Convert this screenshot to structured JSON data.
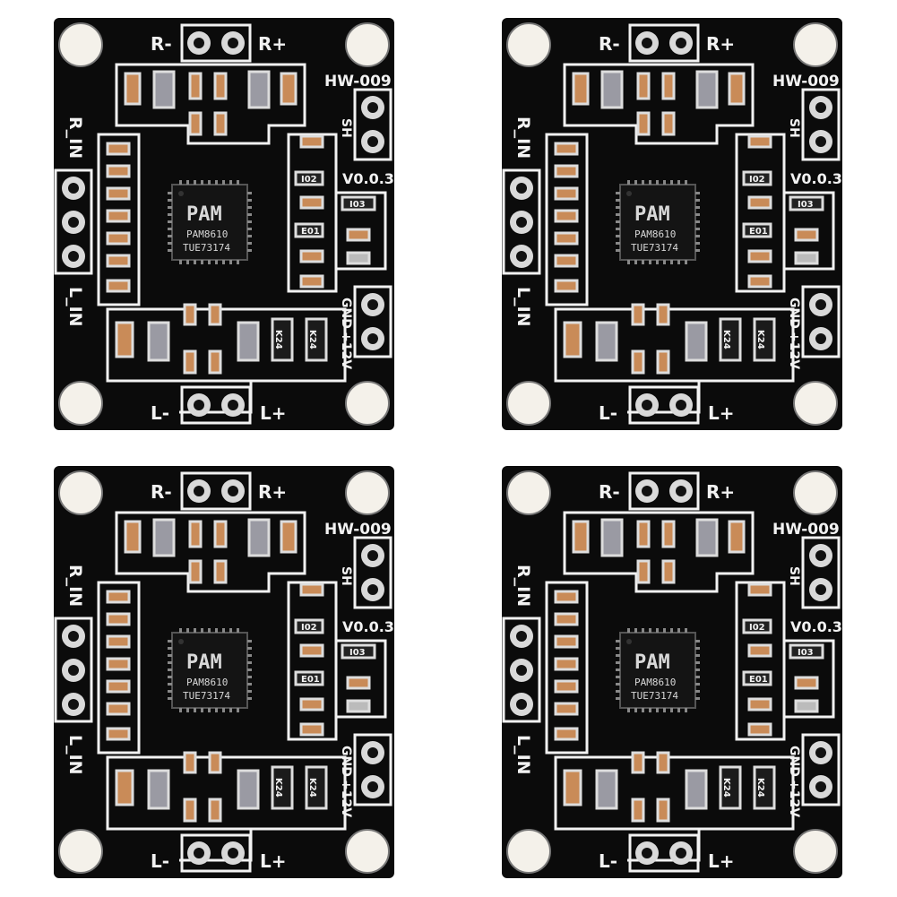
{
  "board_count": 4,
  "board": {
    "model": "HW-009",
    "version": "V0.0.3",
    "chip_logo": "PAM",
    "chip_part": "PAM8610",
    "chip_lot": "TUE73174",
    "labels": {
      "r_minus": "R-",
      "r_plus": "R+",
      "l_minus": "L-",
      "l_plus": "L+",
      "r_in": "R_IN",
      "l_in": "L_IN",
      "sh": "SH",
      "gnd": "GND",
      "v12": "+12V",
      "diode": "K24",
      "ic2": "I02",
      "ic3": "I03",
      "ic1": "E01"
    }
  },
  "colors": {
    "pcb": "#0b0b0b",
    "silkscreen": "#f2f2f2",
    "pad": "#d9d9d9",
    "capacitor": "#c98b58",
    "background": "#ffffff"
  }
}
